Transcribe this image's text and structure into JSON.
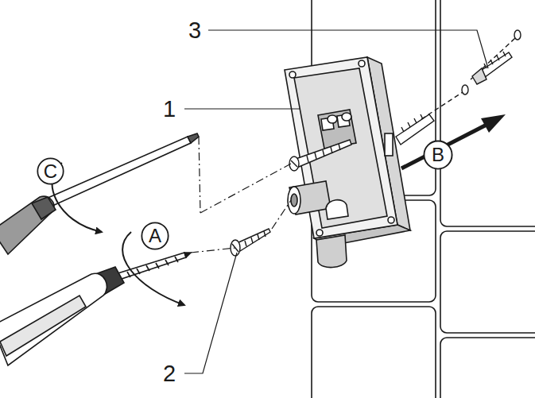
{
  "diagram": {
    "nodes": [
      {
        "text": [
          "C"
        ]
      },
      {
        "text": [
          "A"
        ]
      },
      {
        "text": [
          "B"
        ]
      }
    ],
    "labels": [
      "3",
      "1",
      "2"
    ]
  }
}
